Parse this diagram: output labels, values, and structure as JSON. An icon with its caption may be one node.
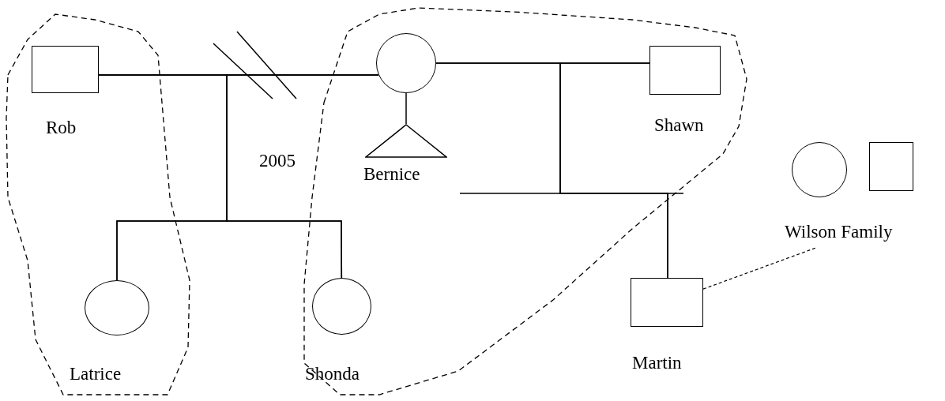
{
  "diagram": {
    "nodes": [
      {
        "text": [],
        "shape": "box",
        "beside": [
          "Rob"
        ]
      },
      {
        "text": [],
        "shape": "circle"
      },
      {
        "text": [],
        "shape": "triangle",
        "beside": [
          "Bernice"
        ]
      },
      {
        "text": [],
        "shape": "box",
        "beside": [
          "Shawn"
        ]
      },
      {
        "text": [],
        "shape": "circle",
        "beside": [
          "Latrice"
        ]
      },
      {
        "text": [],
        "shape": "circle",
        "beside": [
          "Shonda"
        ]
      },
      {
        "text": [],
        "shape": "box",
        "beside": [
          "Martin"
        ]
      },
      {
        "text": [],
        "shape": "circle"
      },
      {
        "text": [],
        "shape": "box"
      },
      {
        "text": [
          "Wilson Family"
        ]
      }
    ],
    "edges": [
      {
        "from": 0,
        "to": 1,
        "arrow": "none"
      },
      {
        "from": 0,
        "to": 4,
        "arrow": "none"
      },
      {
        "from": 1,
        "to": 4,
        "arrow": "none"
      },
      {
        "from": 0,
        "to": 5,
        "arrow": "none"
      },
      {
        "from": 1,
        "to": 5,
        "arrow": "none"
      },
      {
        "from": 1,
        "to": 2,
        "arrow": "none"
      },
      {
        "from": 1,
        "to": 3,
        "arrow": "none"
      },
      {
        "from": 1,
        "to": 6,
        "arrow": "none"
      },
      {
        "from": 3,
        "to": 6,
        "arrow": "none"
      },
      {
        "from": 6,
        "to": 9,
        "arrow": "none",
        "style": "dashed"
      }
    ],
    "labels": [
      "2005"
    ]
  }
}
